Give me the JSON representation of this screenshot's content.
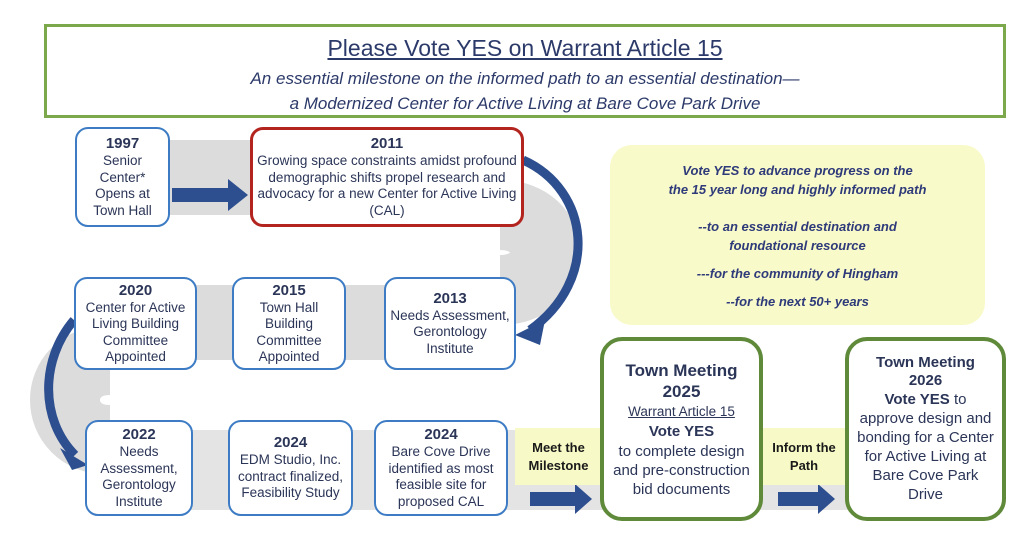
{
  "header": {
    "title": "Please Vote YES on Warrant Article 15",
    "subtitle_line1": "An essential milestone on the informed path to an essential destination—",
    "subtitle_line2": "a Modernized Center for Active Living at Bare Cove Park Drive"
  },
  "timeline": [
    {
      "year": "1997",
      "text": "Senior Center* Opens at Town Hall"
    },
    {
      "year": "2011",
      "text": "Growing space constraints amidst profound demographic shifts propel research and advocacy for a new Center for Active Living (CAL)"
    },
    {
      "year": "2013",
      "text": "Needs Assessment, Gerontology Institute"
    },
    {
      "year": "2015",
      "text": "Town Hall Building Committee Appointed"
    },
    {
      "year": "2020",
      "text": "Center for Active Living Building Committee Appointed"
    },
    {
      "year": "2022",
      "text": "Needs Assessment, Gerontology Institute"
    },
    {
      "year": "2024",
      "text": "EDM Studio, Inc. contract finalized, Feasibility Study"
    },
    {
      "year": "2024",
      "text": "Bare Cove Drive identified as most feasible site for proposed CAL"
    }
  ],
  "callout": {
    "line1": "Vote YES to advance progress on the",
    "line2": "the 15 year long and highly informed path",
    "line3": "--to an essential destination and",
    "line4": "foundational resource",
    "line5": "---for the community of Hingham",
    "line6": "--for the next 50+ years"
  },
  "labels": {
    "meet": "Meet the Milestone",
    "inform": "Inform the Path"
  },
  "tm2025": {
    "title": "Town Meeting",
    "year": "2025",
    "article": "Warrant Article 15",
    "vote": "Vote YES",
    "text": "to complete design and pre-construction bid documents"
  },
  "tm2026": {
    "title": "Town Meeting",
    "year": "2026",
    "vote": "Vote YES",
    "vote_suffix": " to",
    "text": "approve design and bonding for a  Center for Active Living at Bare Cove Park Drive"
  },
  "colors": {
    "blue_border": "#3d7cc4",
    "red_border": "#b3241f",
    "green_border": "#5f8a3a",
    "arrow": "#2e4f8f",
    "callout_bg": "#f9fac9"
  }
}
